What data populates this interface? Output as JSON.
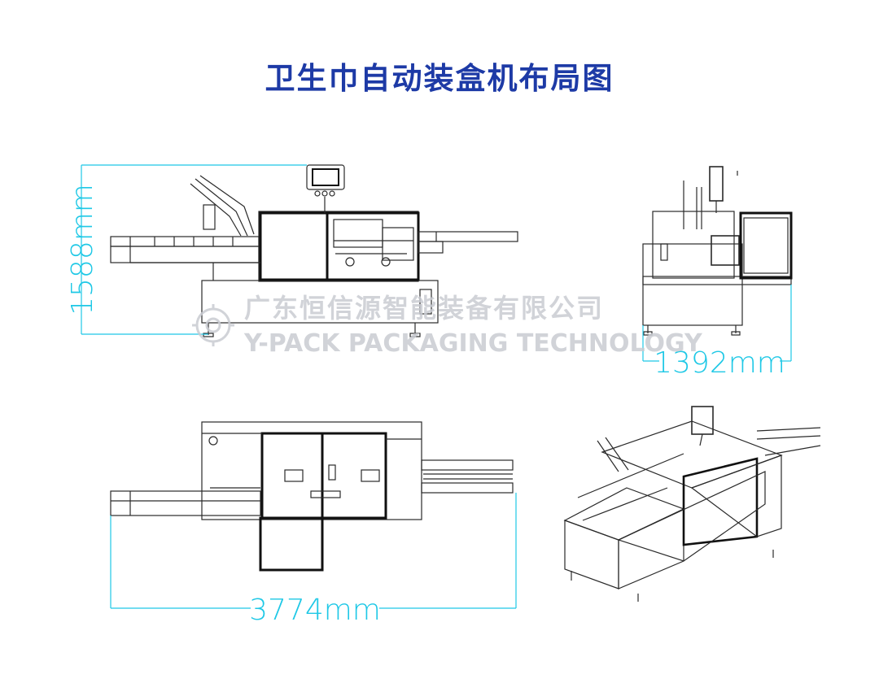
{
  "title": "卫生巾自动装盒机布局图",
  "colors": {
    "title": "#1d3aa6",
    "dimension": "#1ec8e6",
    "line": "#2a2a2a",
    "panel": "#111111",
    "watermark": "#c9ccd2"
  },
  "dimensions": {
    "height": "1588mm",
    "width": "1392mm",
    "length": "3774mm"
  },
  "watermark": {
    "company_cn": "广东恒信源智能装备有限公司",
    "company_en": "Y-PACK PACKAGING TECHNOLOGY"
  },
  "views": {
    "front": "front-view",
    "side": "side-view",
    "top": "top-view",
    "iso": "isometric-view"
  },
  "icons": {
    "logo": "gear-logo-icon"
  }
}
